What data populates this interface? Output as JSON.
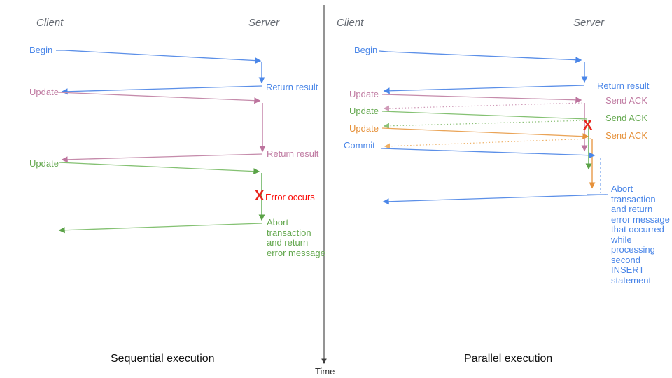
{
  "diagram": {
    "time_axis_label": "Time",
    "colors": {
      "blue": "#4a86e8",
      "pink": "#c07ba2",
      "green": "#64a84f",
      "orange": "#e6913a",
      "red": "#fb0f0c",
      "header_gray": "#666b73",
      "caption_black": "#111111"
    },
    "left": {
      "caption": "Sequential execution",
      "client_header": "Client",
      "server_header": "Server",
      "begin_label": "Begin",
      "return_result_1": "Return result",
      "update_1": "Update",
      "return_result_2": "Return result",
      "update_2": "Update",
      "error_x": "X",
      "error_occurs": "Error occurs",
      "abort_message": "Abort\ntransaction\nand return\nerror message"
    },
    "right": {
      "caption": "Parallel execution",
      "client_header": "Client",
      "server_header": "Server",
      "begin_label": "Begin",
      "return_result": "Return result",
      "update_1": "Update",
      "send_ack_1": "Send ACK",
      "update_2": "Update",
      "send_ack_2": "Send ACK",
      "update_3": "Update",
      "send_ack_3": "Send ACK",
      "commit_label": "Commit",
      "error_x": "X",
      "abort_message": "Abort\ntransaction\nand return\nerror message\nthat occurred\nwhile\nprocessing\nsecond\nINSERT\nstatement"
    }
  }
}
